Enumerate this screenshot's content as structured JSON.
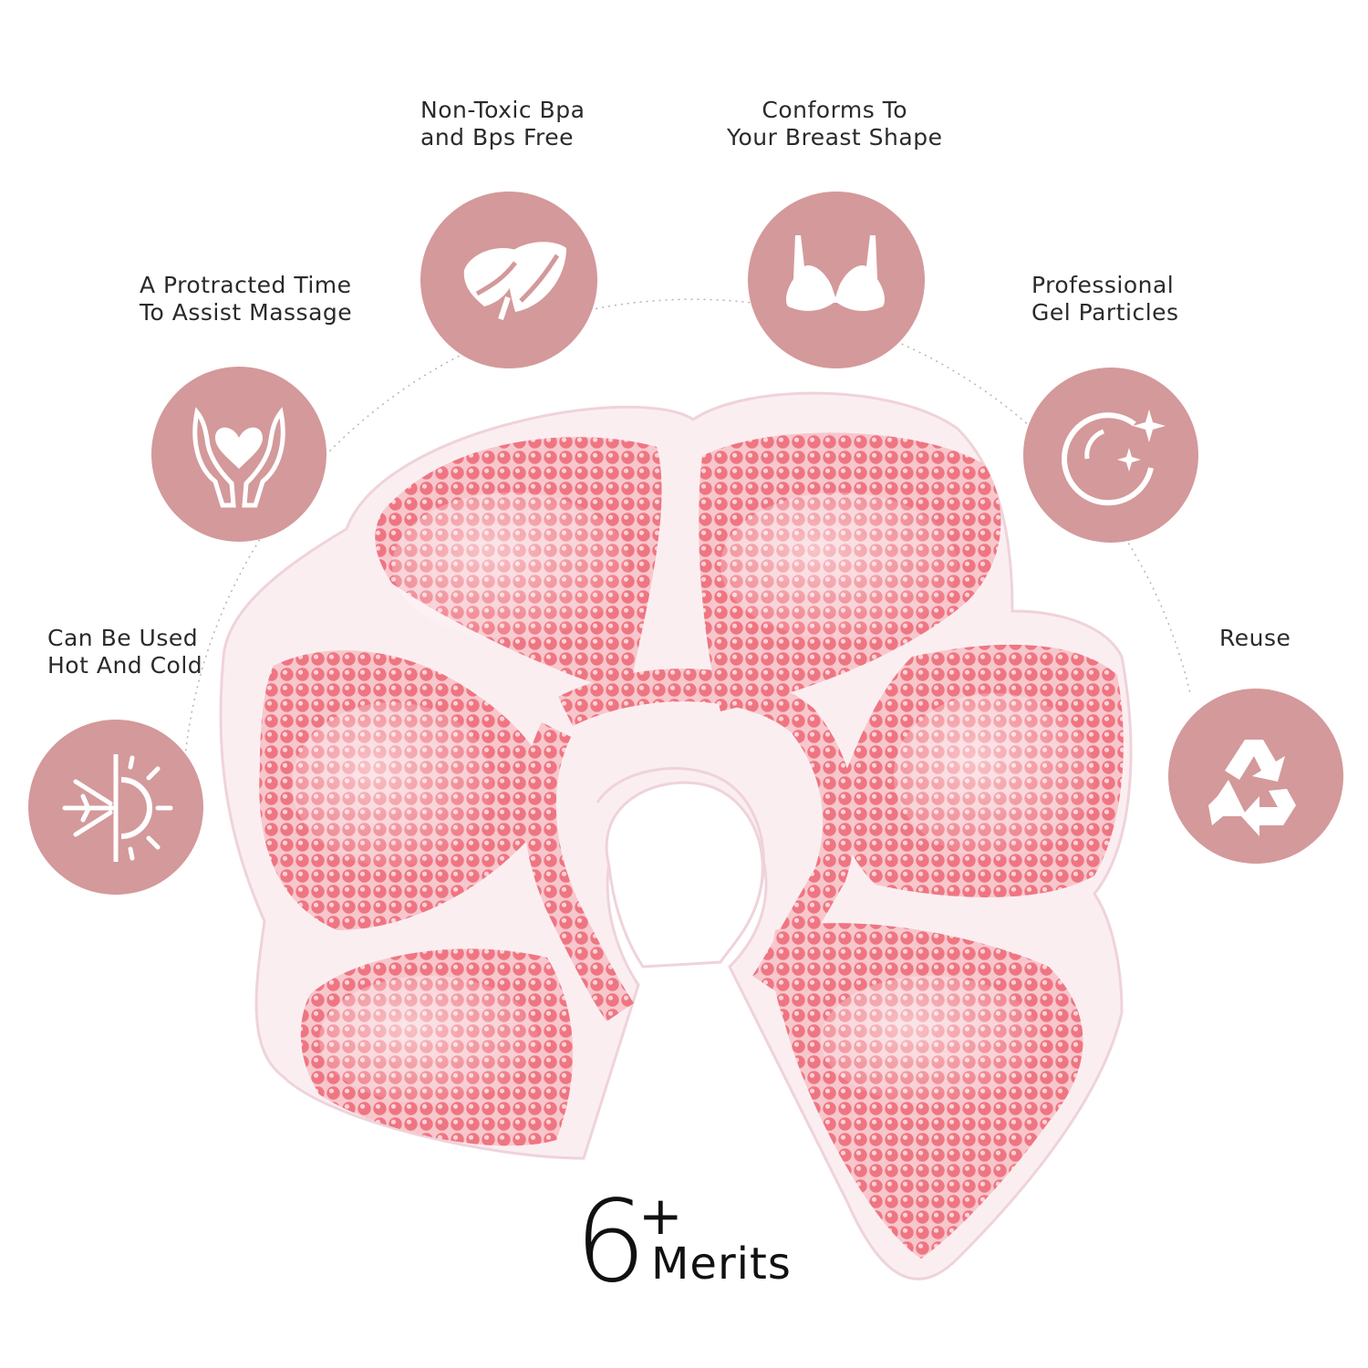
{
  "features": [
    {
      "id": "non-toxic",
      "icon": "leaves-icon",
      "lines": [
        "Non-Toxic Bpa",
        "and Bps Free"
      ]
    },
    {
      "id": "breast-shape",
      "icon": "bra-icon",
      "lines": [
        "Conforms To",
        "Your Breast Shape"
      ]
    },
    {
      "id": "massage",
      "icon": "heart-hands-icon",
      "lines": [
        "A Protracted Time",
        "To Assist Massage"
      ]
    },
    {
      "id": "gel",
      "icon": "sparkle-circle-icon",
      "lines": [
        "Professional",
        "Gel Particles"
      ]
    },
    {
      "id": "hot-cold",
      "icon": "snowflake-sun-icon",
      "lines": [
        "Can Be Used",
        "Hot And Cold"
      ]
    },
    {
      "id": "reuse",
      "icon": "recycle-icon",
      "lines": [
        "Reuse"
      ]
    }
  ],
  "merits": {
    "number": "6",
    "plus": "+",
    "word": "Merits"
  },
  "colors": {
    "circle": "#d4999a",
    "icon": "#ffffff",
    "pad_outline": "#f5dbe0",
    "bead": "#f07b85",
    "text": "#2a2a2a"
  }
}
